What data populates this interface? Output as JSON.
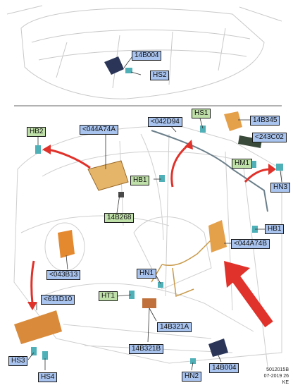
{
  "labels": {
    "b14b004_top": "14B004",
    "hs2": "HS2",
    "hs1": "HS1",
    "b14b345": "14B345",
    "b042d94": "<042D94",
    "b044a74a": "<044A74A",
    "hb2": "HB2",
    "b243c02": "<243C02",
    "hm1": "HM1",
    "hn3": "HN3",
    "hb1_left": "HB1",
    "b14b268": "14B268",
    "hb1_right": "HB1",
    "b044a74b": "<044A74B",
    "b043b13": "<043B13",
    "hn1": "HN1",
    "ht1": "HT1",
    "b611d10": "<611D10",
    "b14b321a": "14B321A",
    "b14b321b": "14B321B",
    "hs3": "HS3",
    "hs4": "HS4",
    "hn2": "HN2",
    "b14b004_bottom": "14B004"
  },
  "footer": {
    "code": "5012015B",
    "date": "07-2019 26",
    "initials": "KE"
  },
  "colors": {
    "label_blue": "#a9c4ef",
    "label_green": "#bfe0a8",
    "arrow_red": "#e0312a",
    "component_orange": "#e5a04a",
    "connector_teal": "#4fb0b8",
    "module_navy": "#2a3558"
  }
}
